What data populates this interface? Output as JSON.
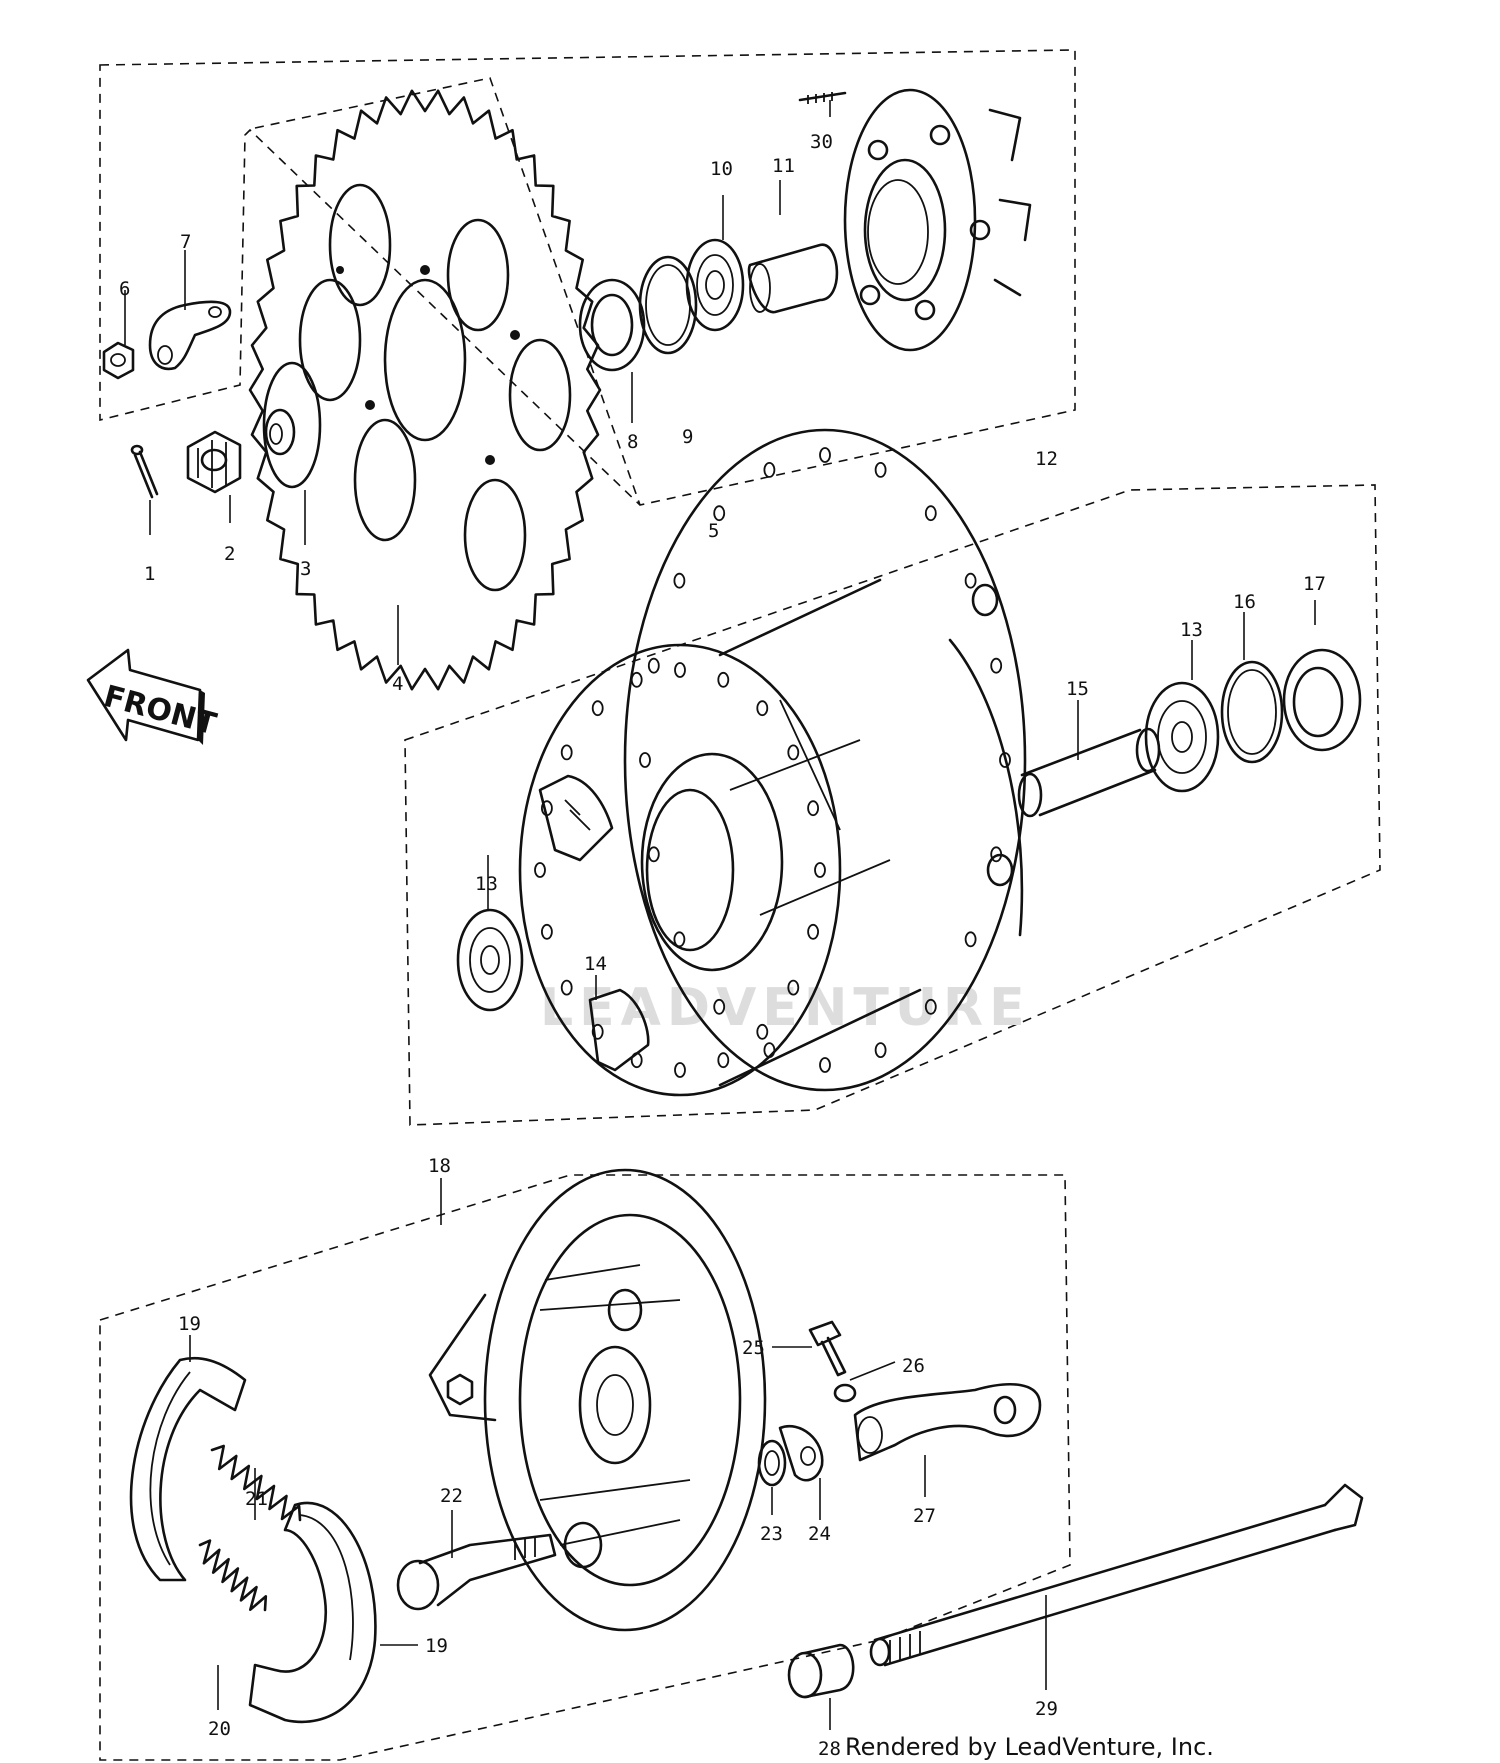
{
  "front_arrow_label": "FRONT",
  "credit": "Rendered by LeadVenture, Inc.",
  "watermark_text": "LEADVENTURE",
  "line_color": "#111111",
  "background_color": "#ffffff",
  "callouts": {
    "p1": "1",
    "p2": "2",
    "p3": "3",
    "p4": "4",
    "p5": "5",
    "p6": "6",
    "p7": "7",
    "p8": "8",
    "p9": "9",
    "p10": "10",
    "p11": "11",
    "p12": "12",
    "p13a": "13",
    "p13b": "13",
    "p14a": "14",
    "p15": "15",
    "p16": "16",
    "p17": "17",
    "p18": "18",
    "p19a": "19",
    "p19b": "19",
    "p20": "20",
    "p21": "21",
    "p22": "22",
    "p23": "23",
    "p24": "24",
    "p25": "25",
    "p26": "26",
    "p27": "27",
    "p28": "28",
    "p29": "29",
    "p30": "30"
  }
}
